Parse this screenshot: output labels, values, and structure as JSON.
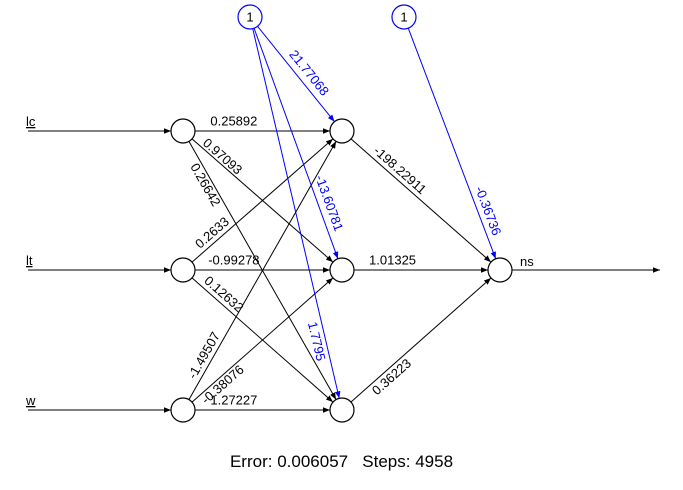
{
  "inputs": [
    {
      "id": "in1",
      "label": "lc"
    },
    {
      "id": "in2",
      "label": "lt"
    },
    {
      "id": "in3",
      "label": "w"
    }
  ],
  "hidden": [
    {
      "id": "h1"
    },
    {
      "id": "h2"
    },
    {
      "id": "h3"
    }
  ],
  "output": {
    "id": "out",
    "label": "ns"
  },
  "biases": [
    {
      "id": "b1",
      "label": "1"
    },
    {
      "id": "b2",
      "label": "1"
    }
  ],
  "weights": [
    {
      "from": "in1",
      "to": "h1",
      "value": "0.25892"
    },
    {
      "from": "in1",
      "to": "h2",
      "value": "0.97093"
    },
    {
      "from": "in1",
      "to": "h3",
      "value": "0.26642"
    },
    {
      "from": "in2",
      "to": "h1",
      "value": "0.2633"
    },
    {
      "from": "in2",
      "to": "h2",
      "value": "-0.99278"
    },
    {
      "from": "in2",
      "to": "h3",
      "value": "0.12632"
    },
    {
      "from": "in3",
      "to": "h1",
      "value": "-1.49507"
    },
    {
      "from": "in3",
      "to": "h2",
      "value": "-0.38076"
    },
    {
      "from": "in3",
      "to": "h3",
      "value": "1.27227"
    },
    {
      "from": "h1",
      "to": "out",
      "value": "-198.22911"
    },
    {
      "from": "h2",
      "to": "out",
      "value": "1.01325"
    },
    {
      "from": "h3",
      "to": "out",
      "value": "0.36223"
    }
  ],
  "bias_weights": [
    {
      "from": "b1",
      "to": "h1",
      "value": "21.77068"
    },
    {
      "from": "b1",
      "to": "h2",
      "value": "-13.60781"
    },
    {
      "from": "b1",
      "to": "h3",
      "value": "1.7795"
    },
    {
      "from": "b2",
      "to": "out",
      "value": "-0.36736"
    }
  ],
  "footer": {
    "error": "Error: 0.006057",
    "steps": "Steps: 4958"
  },
  "colors": {
    "edge": "#000000",
    "bias_edge": "#0000ff"
  }
}
